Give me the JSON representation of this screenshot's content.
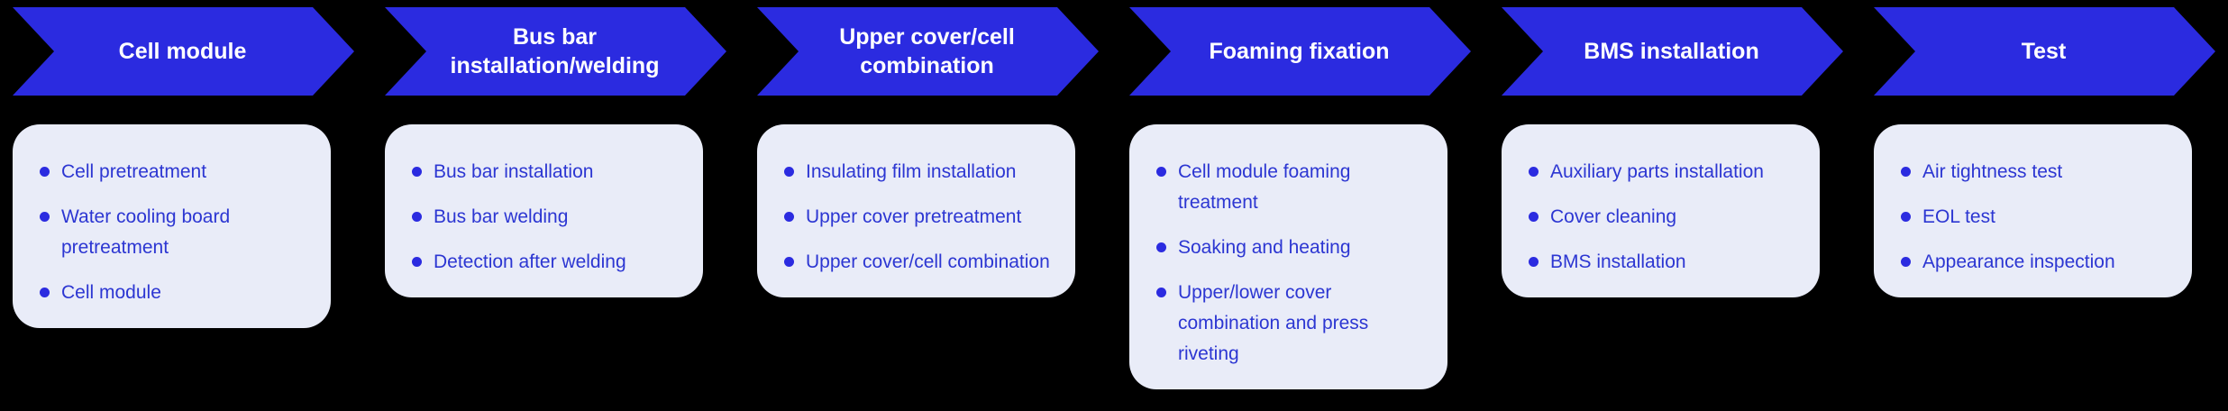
{
  "palette": {
    "background": "#000000",
    "arrow": "#2b2be0",
    "card": "#e9ecf8",
    "bullet": "#2b2be0",
    "item_text": "#2c36d2",
    "title_text": "#ffffff"
  },
  "stages": [
    {
      "title": "Cell module",
      "items": [
        "Cell pretreatment",
        "Water cooling board pretreatment",
        "Cell module"
      ]
    },
    {
      "title": "Bus bar installation/welding",
      "items": [
        "Bus bar installation",
        "Bus bar welding",
        "Detection after welding"
      ]
    },
    {
      "title": "Upper cover/cell combination",
      "items": [
        "Insulating film installation",
        "Upper cover pretreatment",
        "Upper cover/cell combination"
      ]
    },
    {
      "title": "Foaming fixation",
      "items": [
        "Cell module foaming treatment",
        "Soaking and heating",
        "Upper/lower cover combination and press riveting"
      ]
    },
    {
      "title": "BMS installation",
      "items": [
        "Auxiliary parts installation",
        "Cover cleaning",
        "BMS installation"
      ]
    },
    {
      "title": "Test",
      "items": [
        "Air tightness test",
        "EOL test",
        "Appearance inspection"
      ]
    }
  ]
}
